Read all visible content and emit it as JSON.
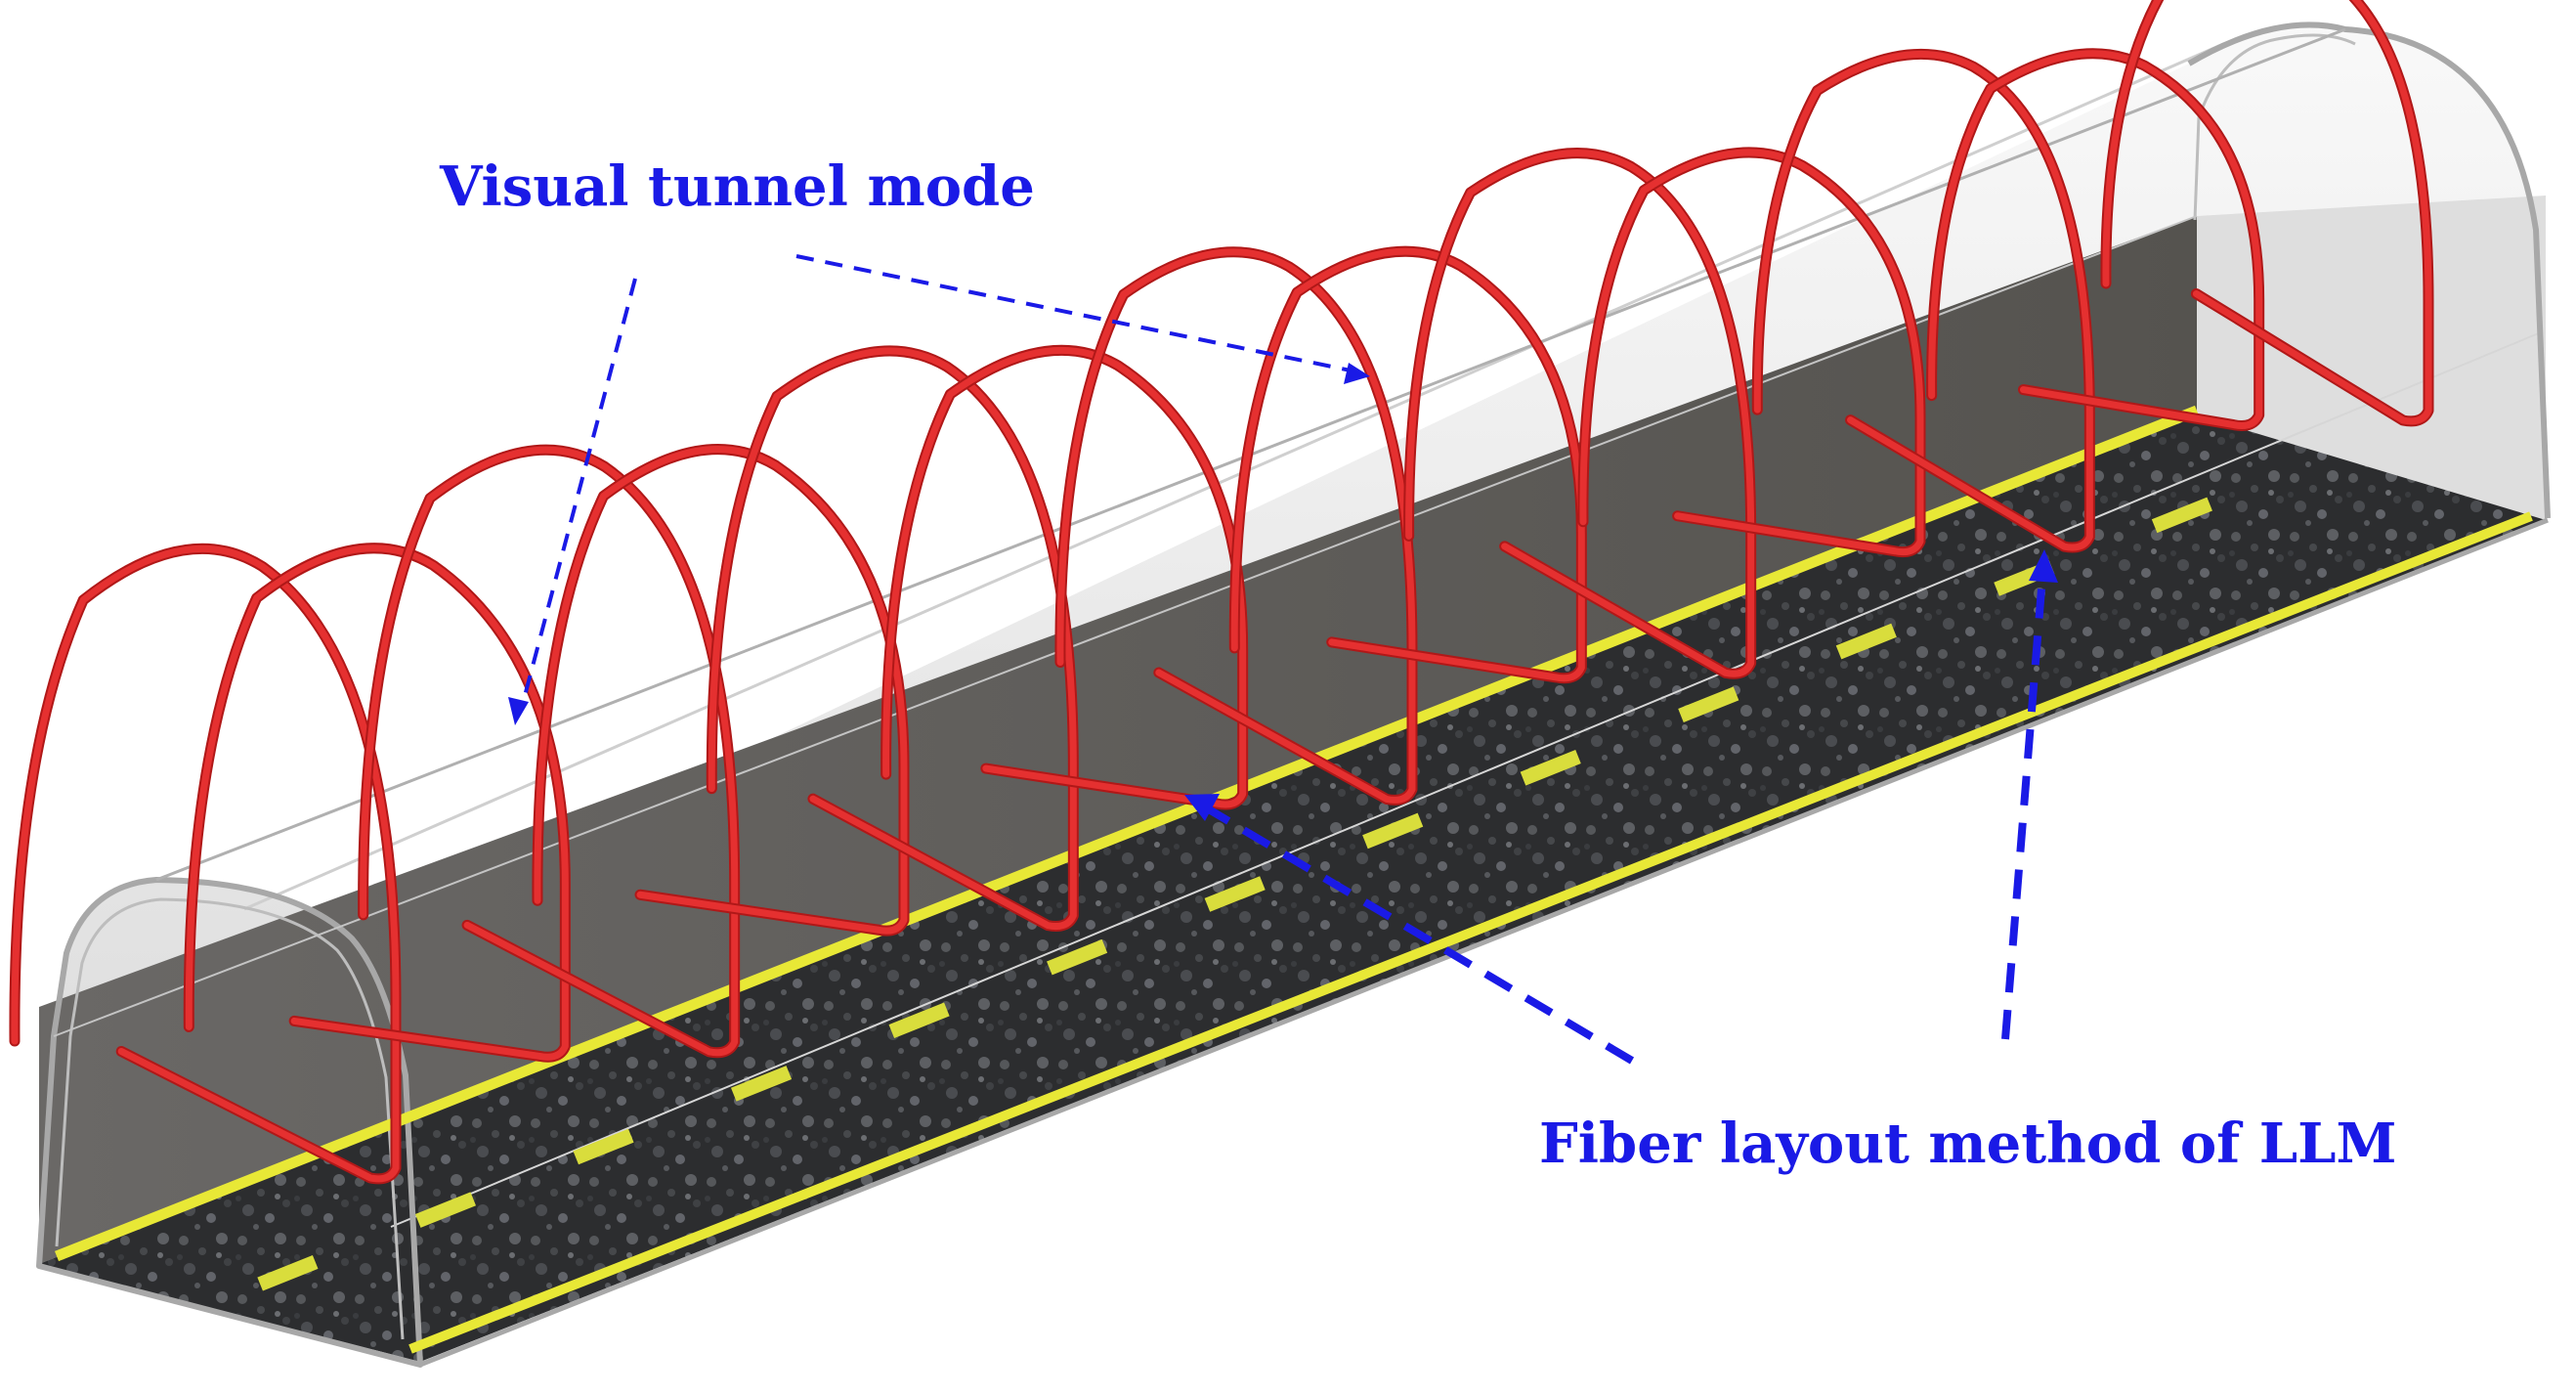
{
  "labels": {
    "visual_tunnel_mode": "Visual tunnel mode",
    "fiber_layout": "Fiber layout method of LLM"
  },
  "colors": {
    "annotation": "#1a1ae6",
    "fiber": "#e53030",
    "fiber_dark": "#b01818",
    "tunnel_outline": "#a8a8a8",
    "tunnel_shell": "#e4e4e4",
    "inner_wall": "#5f5d5b",
    "road": "#2f3032",
    "lane_line": "#e8e836",
    "lane_dash": "#d9dd3c"
  },
  "counts": {
    "fiber_loops": 13,
    "lane_dashes": 13
  }
}
